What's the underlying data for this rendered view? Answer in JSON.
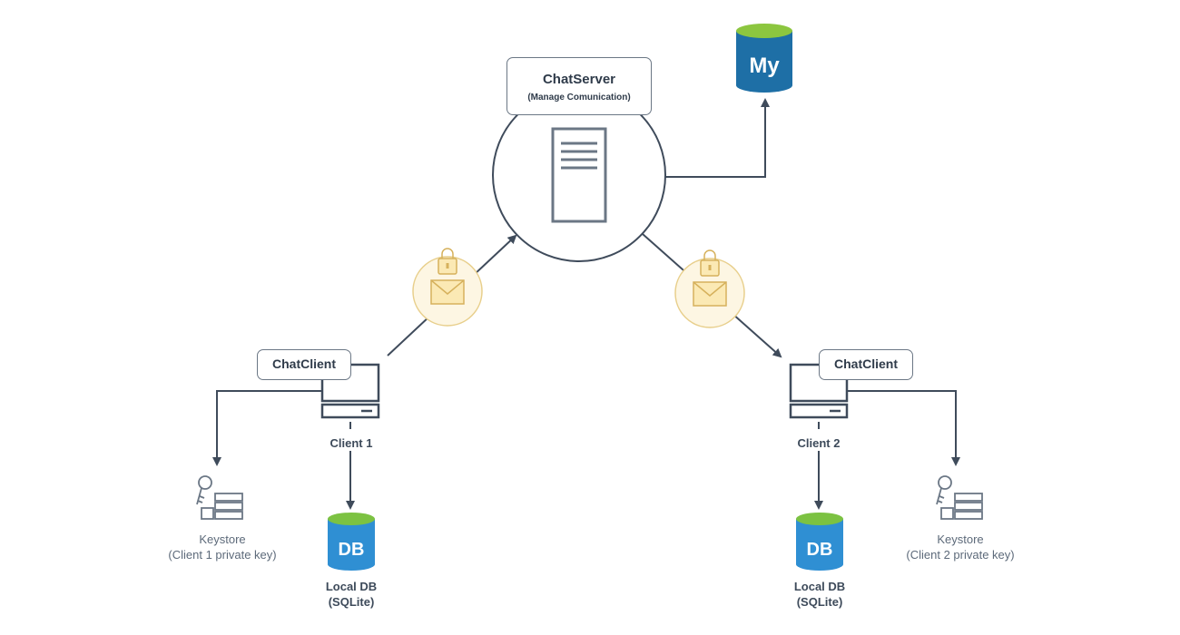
{
  "server": {
    "title": "ChatServer",
    "subtitle": "(Manage Comunication)"
  },
  "mysql": {
    "icon": "mysql-database-icon",
    "text": "My",
    "color": "#1e6fa6"
  },
  "clients": [
    {
      "box_label": "ChatClient",
      "name": "Client 1",
      "keystore_line1": "Keystore",
      "keystore_line2": "(Client 1 private key)",
      "db_line1": "Local DB",
      "db_line2": "(SQLite)",
      "db_icon_text": "DB"
    },
    {
      "box_label": "ChatClient",
      "name": "Client 2",
      "keystore_line1": "Keystore",
      "keystore_line2": "(Client 2 private key)",
      "db_line1": "Local DB",
      "db_line2": "(SQLite)",
      "db_icon_text": "DB"
    }
  ],
  "colors": {
    "line": "#3f4b5b",
    "lock_circle_fill": "#fdf6e3",
    "lock_circle_stroke": "#e8cf8c",
    "db_blue": "#2f8fd3",
    "db_green": "#7cc242"
  }
}
